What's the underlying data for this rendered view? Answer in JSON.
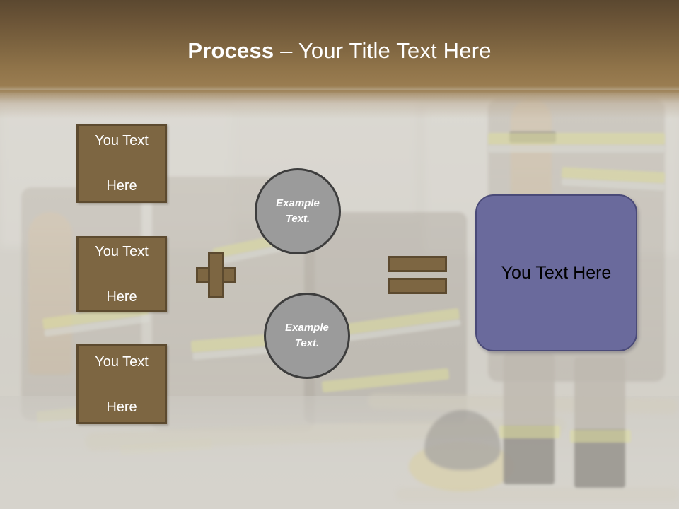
{
  "slide": {
    "title": {
      "strong": "Process",
      "rest": " – Your Title Text Here"
    },
    "background": {
      "description": "firefighters-photo",
      "header_gradient_top": "#5b4830",
      "header_gradient_bottom": "#9a7d51",
      "body_color": "#cac6bf"
    }
  },
  "left_boxes": [
    {
      "line1": "You Text",
      "line2": "Here"
    },
    {
      "line1": "You Text",
      "line2": "Here"
    },
    {
      "line1": "You Text",
      "line2": "Here"
    }
  ],
  "operators": {
    "plus": "+",
    "equals": "="
  },
  "circles": [
    {
      "line1": "Example",
      "line2": "Text."
    },
    {
      "line1": "Example",
      "line2": "Text."
    }
  ],
  "result": {
    "label": "You Text Here",
    "fill": "#6a6a9c"
  },
  "colors": {
    "box_fill": "#7d6642",
    "box_border": "#5c4a2f",
    "circle_fill": "#9b9b9b",
    "circle_border": "#3d3d3d",
    "result_fill": "#6a6a9c",
    "title_text": "#ffffff"
  }
}
